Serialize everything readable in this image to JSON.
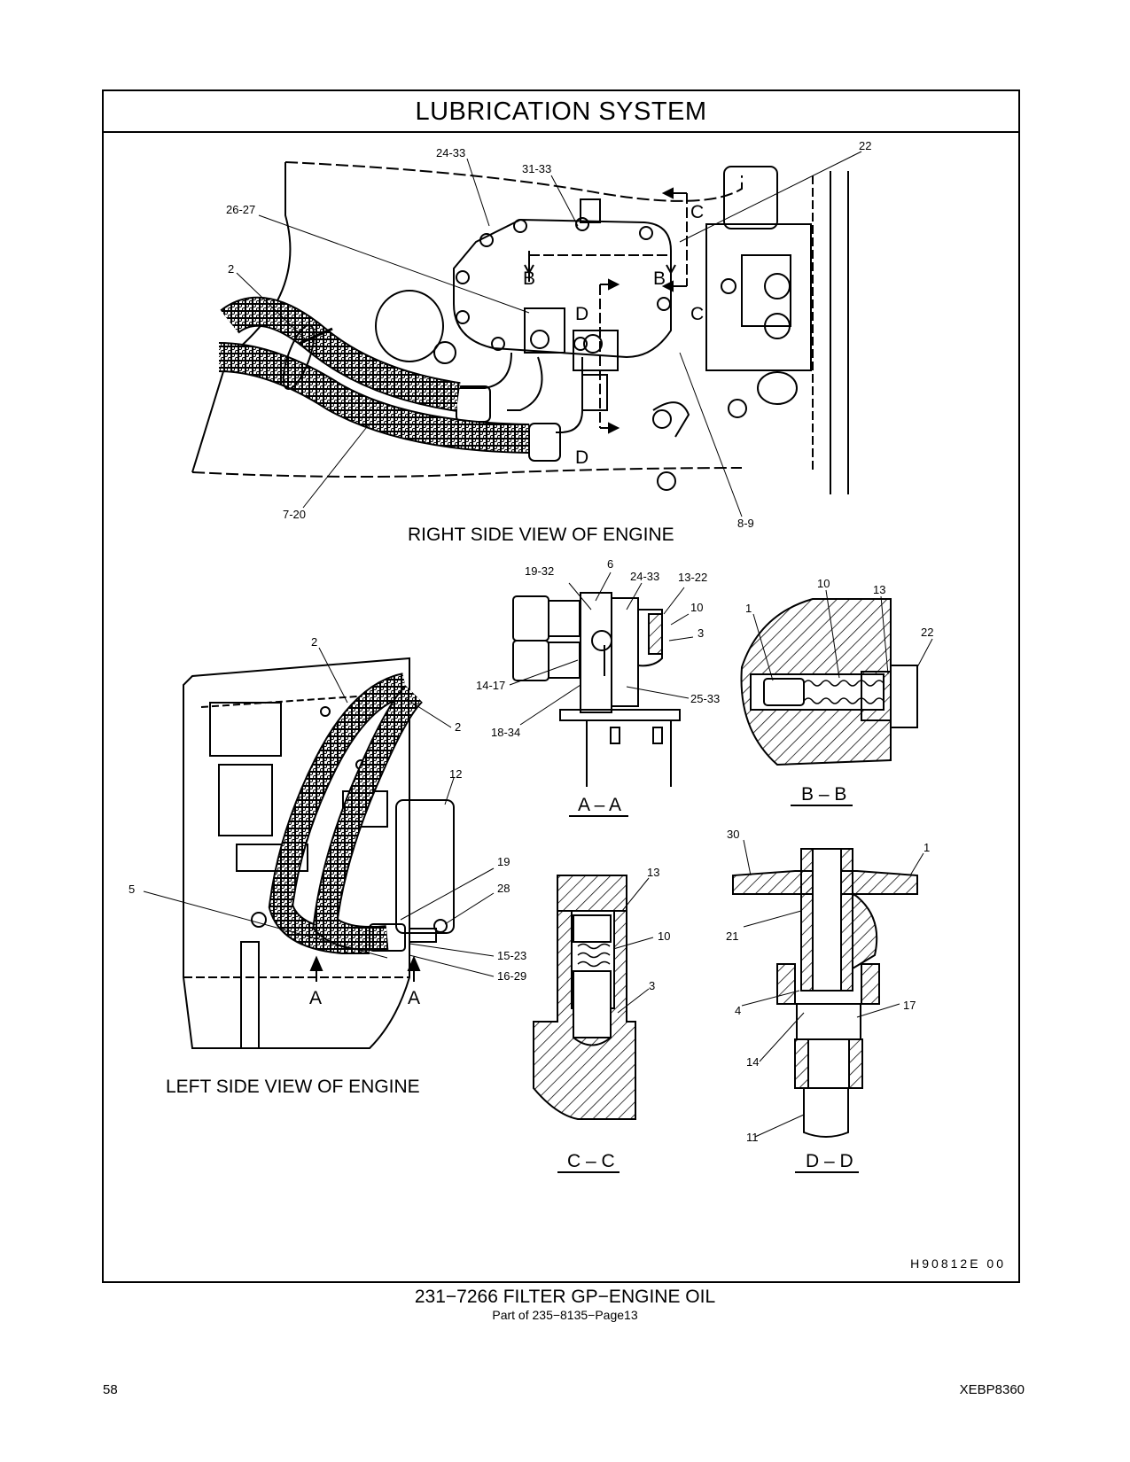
{
  "header": {
    "title": "LUBRICATION   SYSTEM"
  },
  "views": {
    "right_side": "RIGHT  SIDE  VIEW  OF  ENGINE",
    "left_side": "LEFT  SIDE  VIEW  OF  ENGINE",
    "section_aa": "A – A",
    "section_bb": "B – B",
    "section_cc": "C – C",
    "section_dd": "D – D"
  },
  "section_markers": {
    "a": "A",
    "b": "B",
    "c": "C",
    "d": "D"
  },
  "callouts": {
    "right": {
      "c24_33": "24-33",
      "c31_33": "31-33",
      "c22": "22",
      "c26_27": "26-27",
      "c2": "2",
      "c7_20": "7-20",
      "c8_9": "8-9"
    },
    "aa": {
      "c19_32": "19-32",
      "c6": "6",
      "c24_33": "24-33",
      "c13_22": "13-22",
      "c10": "10",
      "c3": "3",
      "c14_17": "14-17",
      "c18_34": "18-34",
      "c25_33": "25-33"
    },
    "bb": {
      "c10": "10",
      "c13": "13",
      "c1": "1",
      "c22": "22"
    },
    "left": {
      "c2a": "2",
      "c2b": "2",
      "c12": "12",
      "c5": "5",
      "c19": "19",
      "c28": "28",
      "c15_23": "15-23",
      "c16_29": "16-29"
    },
    "cc": {
      "c13": "13",
      "c10": "10",
      "c3": "3"
    },
    "dd": {
      "c30": "30",
      "c1": "1",
      "c21": "21",
      "c4": "4",
      "c17": "17",
      "c14": "14",
      "c11": "11"
    }
  },
  "figure_code": "H90812E     00",
  "footer": {
    "title": "231−7266   FILTER  GP−ENGINE  OIL",
    "subtitle": "Part of 235−8135−Page13",
    "page_number": "58",
    "doc_number": "XEBP8360"
  }
}
